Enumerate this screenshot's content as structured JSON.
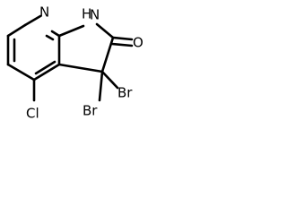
{
  "molecule": {
    "atoms": {
      "N_pyridine": "N",
      "NH": "H",
      "NH_N": "N",
      "O": "O",
      "Cl": "Cl",
      "Br1": "Br",
      "Br2": "Br"
    }
  }
}
